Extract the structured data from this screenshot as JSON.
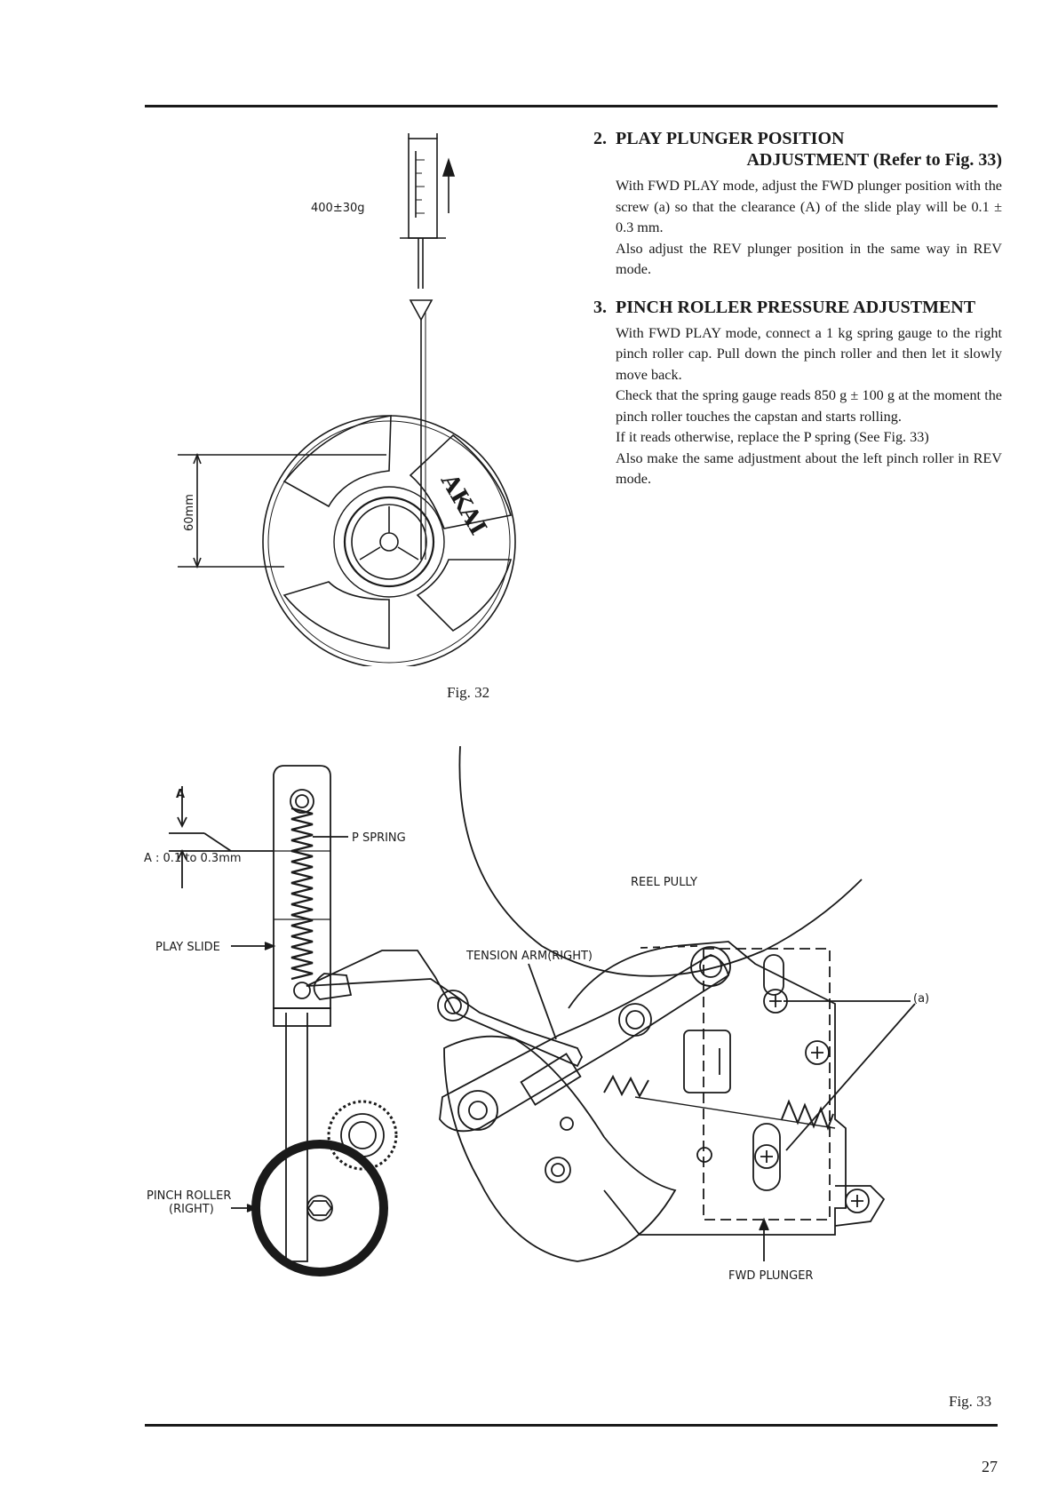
{
  "sections": [
    {
      "number": "2.",
      "title_line1": "PLAY PLUNGER POSITION",
      "title_line2": "ADJUSTMENT (Refer to Fig. 33)",
      "paragraphs": [
        "With FWD PLAY mode, adjust the FWD plunger position with the screw (a) so that the clearance (A) of the slide play will be 0.1 ± 0.3 mm.",
        "Also adjust the REV plunger position in the same way in REV mode."
      ]
    },
    {
      "number": "3.",
      "title": "PINCH ROLLER PRESSURE ADJUSTMENT",
      "paragraphs": [
        "With FWD PLAY mode, connect a 1 kg spring gauge to the right pinch roller cap. Pull down the pinch roller and then let it slowly move back.",
        "Check that the spring gauge reads 850 g ± 100 g at the moment the pinch roller touches the capstan and starts rolling.",
        "If it reads otherwise, replace the P spring (See Fig. 33)",
        "Also make the same adjustment about the left pinch roller in REV mode."
      ]
    }
  ],
  "figure32": {
    "caption": "Fig. 32",
    "gauge_label": "400±30g",
    "dimension_label": "60mm",
    "brand_text": "AKAI"
  },
  "figure33": {
    "caption": "Fig. 33",
    "labels": {
      "a_marker": "A",
      "clearance": "A : 0.1 to 0.3mm",
      "p_spring": "P SPRING",
      "reel_pully": "REEL PULLY",
      "play_slide": "PLAY SLIDE",
      "tension_arm": "TENSION ARM(RIGHT)",
      "screw_a": "(a)",
      "pinch_roller_line1": "PINCH ROLLER",
      "pinch_roller_line2": "(RIGHT)",
      "fwd_plunger": "FWD PLUNGER"
    }
  },
  "page_number": "27"
}
